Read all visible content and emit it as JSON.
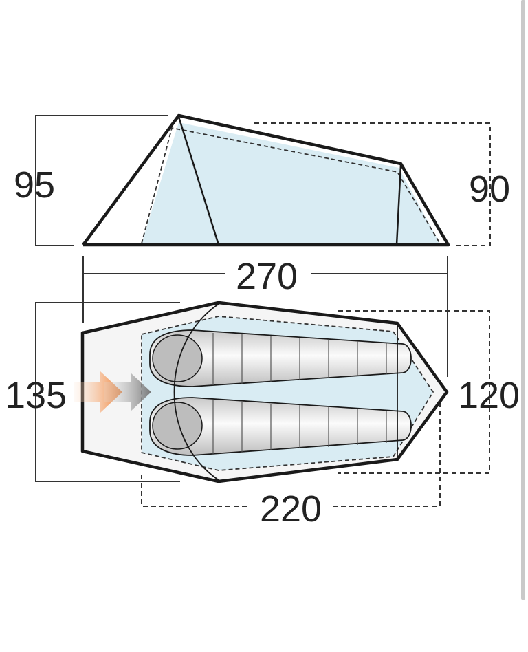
{
  "dimensions": {
    "height_front": "95",
    "height_rear": "90",
    "length_total": "270",
    "width_front": "135",
    "width_rear": "120",
    "length_inner": "220"
  },
  "colors": {
    "outline": "#1a1a1a",
    "inner_tent": "#d9ecf3",
    "sleeping_bag": "#f2f2f2",
    "arrow_orange": "#f07a2a",
    "arrow_grey": "#7a7a7a",
    "dimension_line": "#333333"
  },
  "icons": {
    "entry_arrow_outer": "orange-arrow-icon",
    "entry_arrow_inner": "grey-arrow-icon"
  }
}
